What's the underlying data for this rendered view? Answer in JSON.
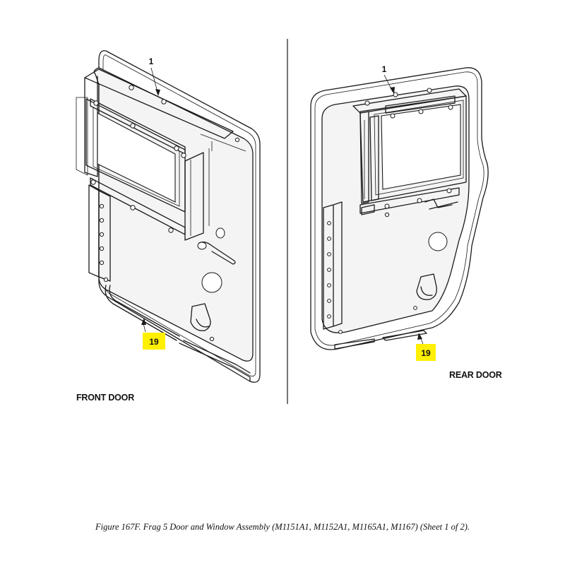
{
  "figure": {
    "caption": "Figure 167F.  Frag 5 Door and Window Assembly (M1151A1, M1152A1, M1165A1, M1167) (Sheet 1 of 2)."
  },
  "front_door": {
    "label": "FRONT DOOR",
    "callouts": [
      {
        "id": "front-callout-1",
        "text": "1",
        "highlighted": false
      },
      {
        "id": "front-callout-19",
        "text": "19",
        "highlighted": true
      }
    ]
  },
  "rear_door": {
    "label": "REAR DOOR",
    "callouts": [
      {
        "id": "rear-callout-1",
        "text": "1",
        "highlighted": false
      },
      {
        "id": "rear-callout-19",
        "text": "19",
        "highlighted": true
      }
    ]
  },
  "colors": {
    "highlight": "#ffef00",
    "line": "#1a1a1a"
  }
}
